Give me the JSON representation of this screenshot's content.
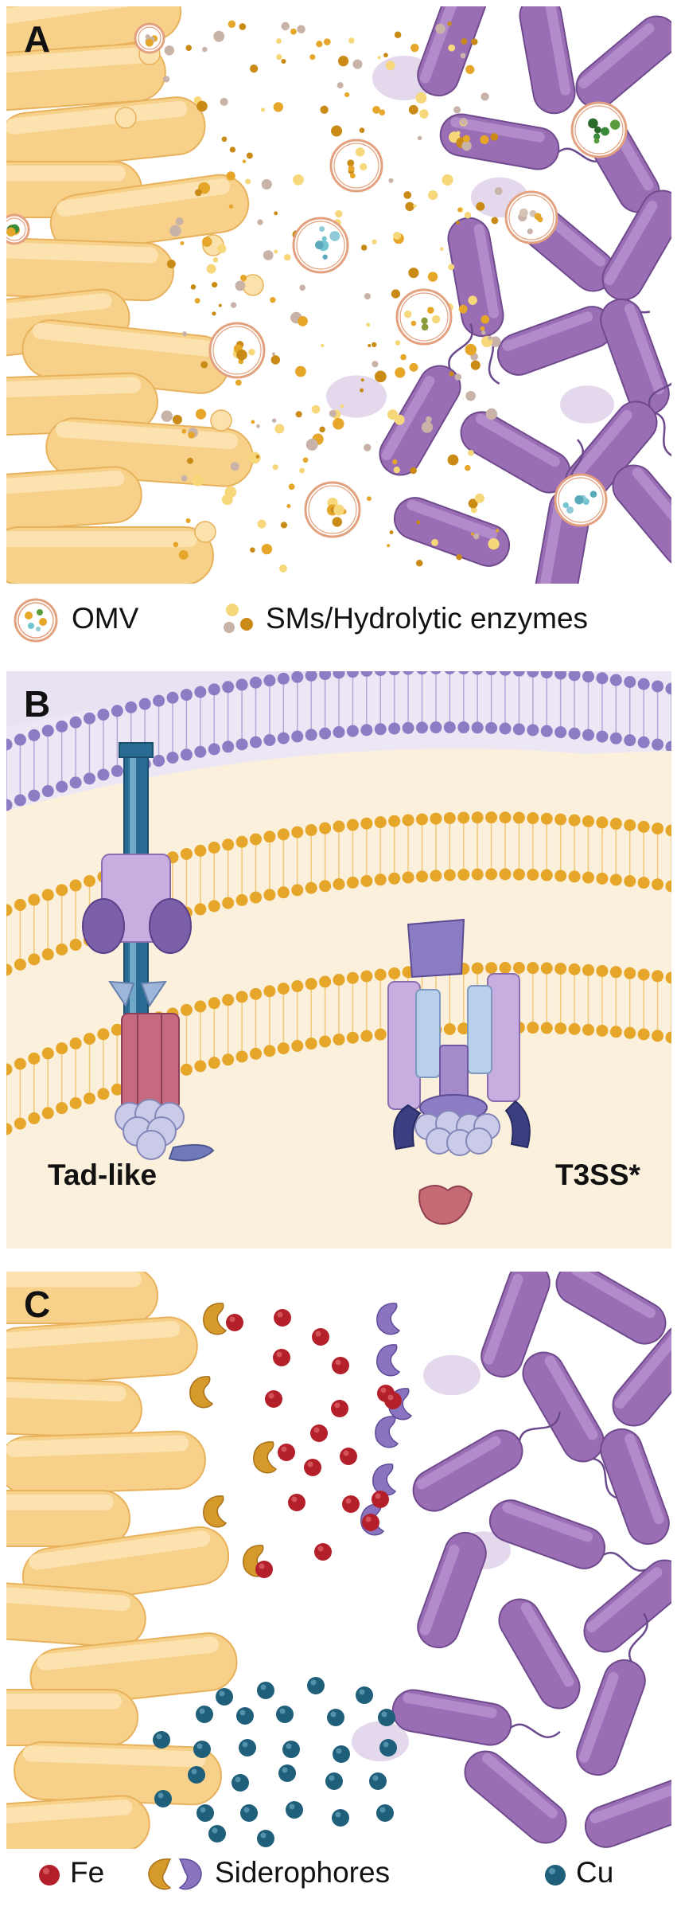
{
  "panels": {
    "a": {
      "letter": "A"
    },
    "b": {
      "letter": "B",
      "left_label": "Tad-like",
      "right_label": "T3SS*"
    },
    "c": {
      "letter": "C"
    }
  },
  "legend_a": {
    "omv": "OMV",
    "sms": "SMs/Hydrolytic enzymes"
  },
  "legend_c": {
    "fe": "Fe",
    "siderophores": "Siderophores",
    "cu": "Cu"
  },
  "colors": {
    "yellow_bacteria": "#f7d08a",
    "purple_bacteria": "#9a6eb5",
    "fe": "#b4202a",
    "cu": "#1f5f7a",
    "siderophore_orange": "#d69a2b",
    "siderophore_purple": "#8a74c0",
    "membrane_outer": "#e8e2f2",
    "membrane_inner": "#fbf0dc",
    "head_purple": "#8c7cc4",
    "head_orange": "#e5a62a"
  }
}
